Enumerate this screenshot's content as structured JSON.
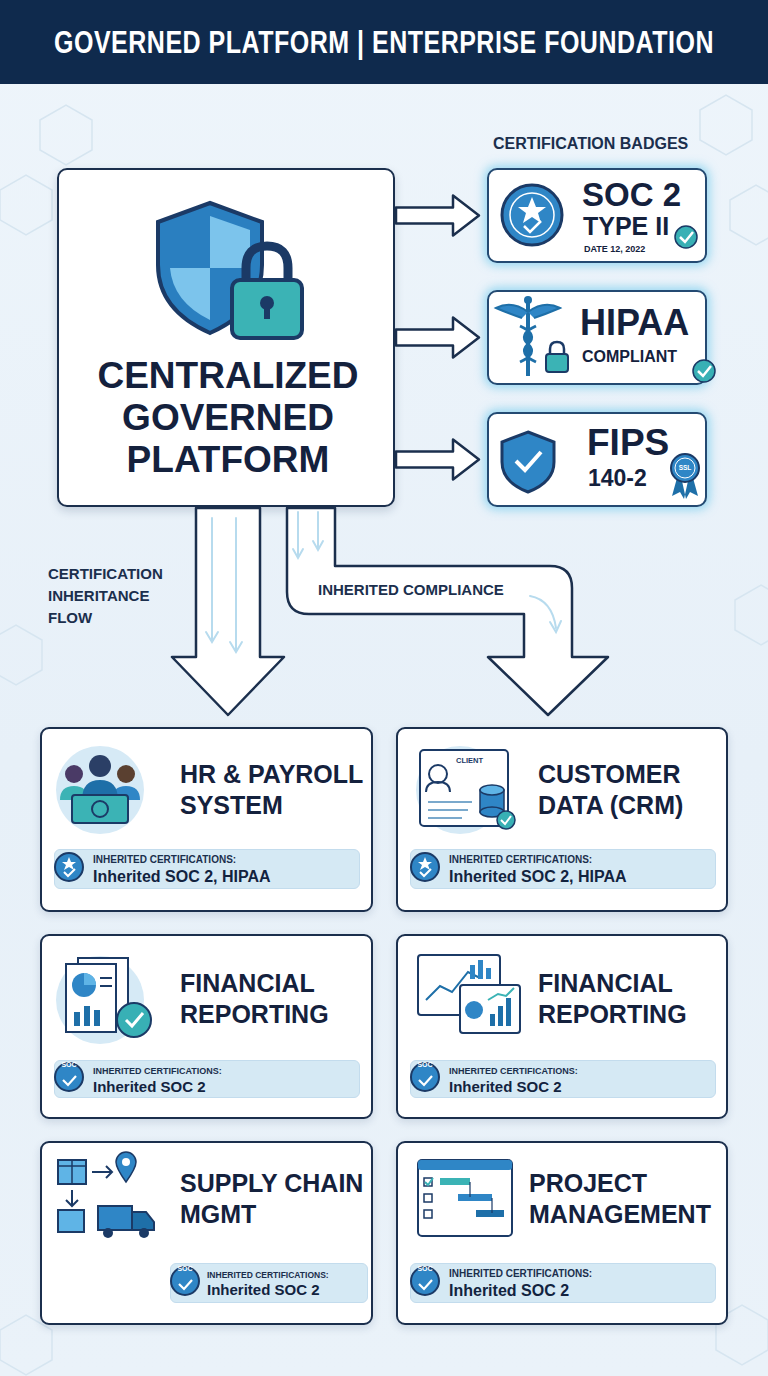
{
  "diagram": {
    "title": "GOVERNED PLATFORM | ENTERPRISE FOUNDATION",
    "nodes": [
      {
        "text": [
          "CENTRALIZED GOVERNED PLATFORM"
        ]
      },
      {
        "text": [
          "SOC 2",
          "TYPE II",
          "DATE 12, 2022"
        ]
      },
      {
        "text": [
          "HIPAA",
          "COMPLIANT"
        ]
      },
      {
        "text": [
          "FIPS",
          "140-2"
        ]
      },
      {
        "text": [
          "HR & PAYROLL SYSTEM"
        ]
      },
      {
        "text": [
          "INHERITED CERTIFICATIONS:",
          "Inherited SOC 2, HIPAA"
        ],
        "in": 4
      },
      {
        "text": [
          "CUSTOMER DATA (CRM)"
        ]
      },
      {
        "text": [
          "INHERITED CERTIFICATIONS:",
          "Inherited SOC 2, HIPAA"
        ],
        "in": 6
      },
      {
        "text": [
          "FINANCIAL REPORTING"
        ]
      },
      {
        "text": [
          "INHERITED CERTIFICATIONS:",
          "Inherited SOC 2"
        ],
        "in": 8
      },
      {
        "text": [
          "FINANCIAL REPORTING"
        ]
      },
      {
        "text": [
          "INHERITED CERTIFICATIONS:",
          "Inherited SOC 2"
        ],
        "in": 10
      },
      {
        "text": [
          "SUPPLY CHAIN MGMT"
        ]
      },
      {
        "text": [
          "INHERITED CERTIFICATIONS:",
          "Inherited SOC 2"
        ],
        "in": 12
      },
      {
        "text": [
          "PROJECT MANAGEMENT"
        ]
      },
      {
        "text": [
          "INHERITED CERTIFICATIONS:",
          "Inherited SOC 2"
        ],
        "in": 14
      }
    ],
    "edges": [
      {
        "from": 0,
        "to": 1,
        "arrow": "to"
      },
      {
        "from": 0,
        "to": 2,
        "arrow": "to"
      },
      {
        "from": 0,
        "to": 3,
        "arrow": "to"
      },
      {
        "from": 0,
        "to": 4,
        "label": "CERTIFICATION INHERITANCE FLOW",
        "arrow": "to"
      },
      {
        "from": 0,
        "to": 6,
        "label": "INHERITED COMPLIANCE",
        "arrow": "to"
      }
    ],
    "labels": [
      "CERTIFICATION BADGES",
      "SSL",
      "CLIENT",
      "SOC",
      "SOC",
      "SOC",
      "SOC"
    ]
  }
}
